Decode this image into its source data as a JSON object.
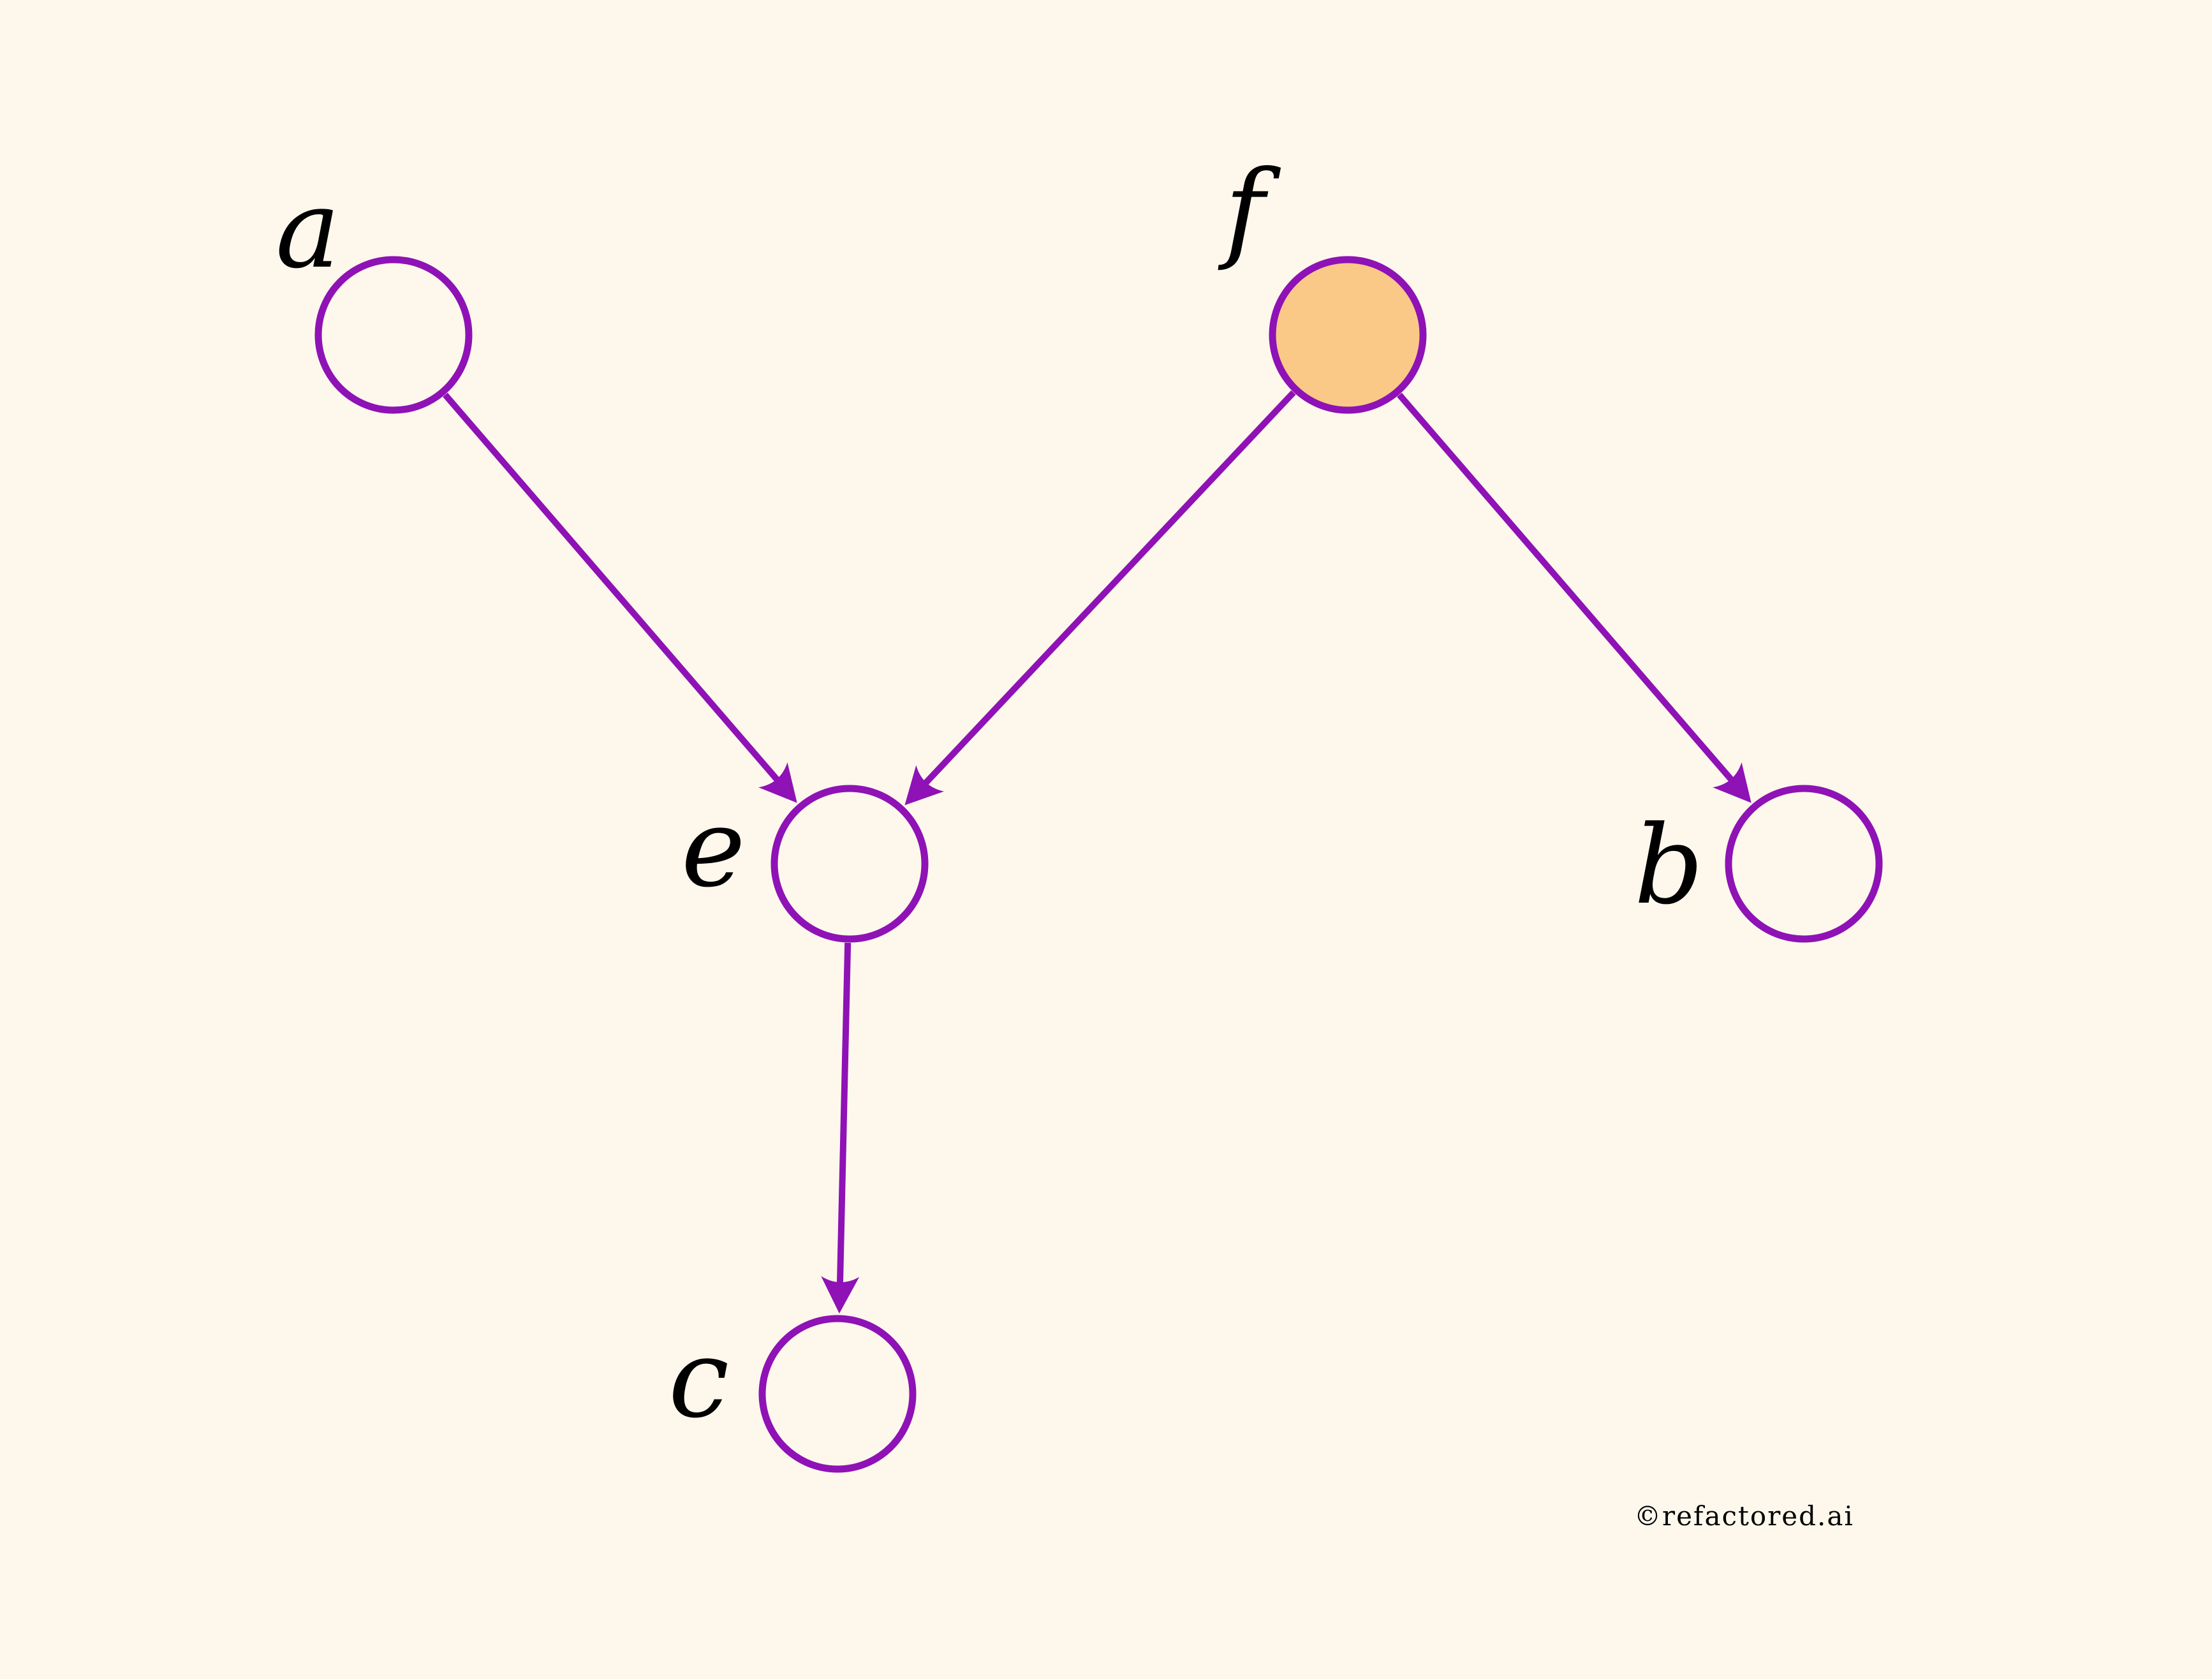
{
  "colors": {
    "background": "#fdf7ec",
    "edge": "#8e12b5",
    "node_stroke": "#8e12b5",
    "node_fill": "#fdf7ec",
    "highlight_fill": "#fbc987",
    "label": "#000000"
  },
  "diagram": {
    "type": "directed-graph",
    "nodes": [
      {
        "id": "a",
        "label": "a",
        "highlighted": false
      },
      {
        "id": "f",
        "label": "f",
        "highlighted": true
      },
      {
        "id": "e",
        "label": "e",
        "highlighted": false
      },
      {
        "id": "b",
        "label": "b",
        "highlighted": false
      },
      {
        "id": "c",
        "label": "c",
        "highlighted": false
      }
    ],
    "edges": [
      {
        "from": "a",
        "to": "e"
      },
      {
        "from": "f",
        "to": "e"
      },
      {
        "from": "f",
        "to": "b"
      },
      {
        "from": "e",
        "to": "c"
      }
    ]
  },
  "footer": {
    "credit": "©refactored.ai"
  }
}
